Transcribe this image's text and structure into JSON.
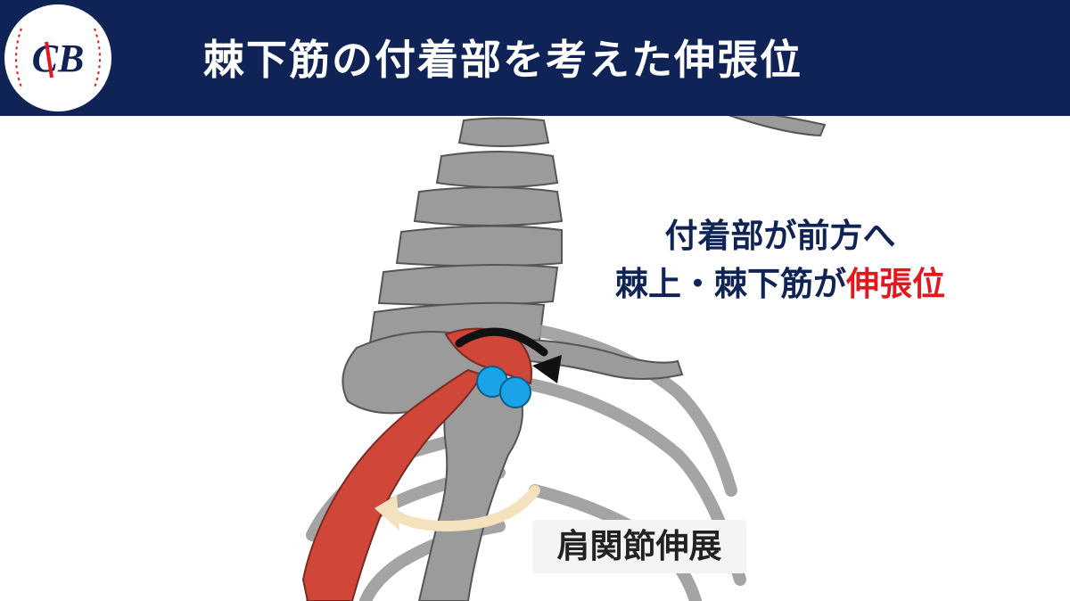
{
  "header": {
    "logo_text": "CB",
    "title": "棘下筋の付着部を考えた伸張位"
  },
  "annotation": {
    "line1": "付着部が前方へ",
    "line2_prefix": "棘上・棘下筋が",
    "line2_highlight": "伸張位"
  },
  "movement_label": "肩関節伸展",
  "icons": {
    "rotation_arrow": "curved-arrow-icon",
    "motion_arrow": "curved-arrow-icon",
    "attachment_points": "circle-marker-icon"
  },
  "colors": {
    "header_bg": "#0f2356",
    "title_text": "#ffffff",
    "note_text": "#0f2356",
    "highlight": "#e0191e",
    "marker": "#1aa3e8",
    "muscle": "#d0473a",
    "bone": "#9b9b9b"
  }
}
